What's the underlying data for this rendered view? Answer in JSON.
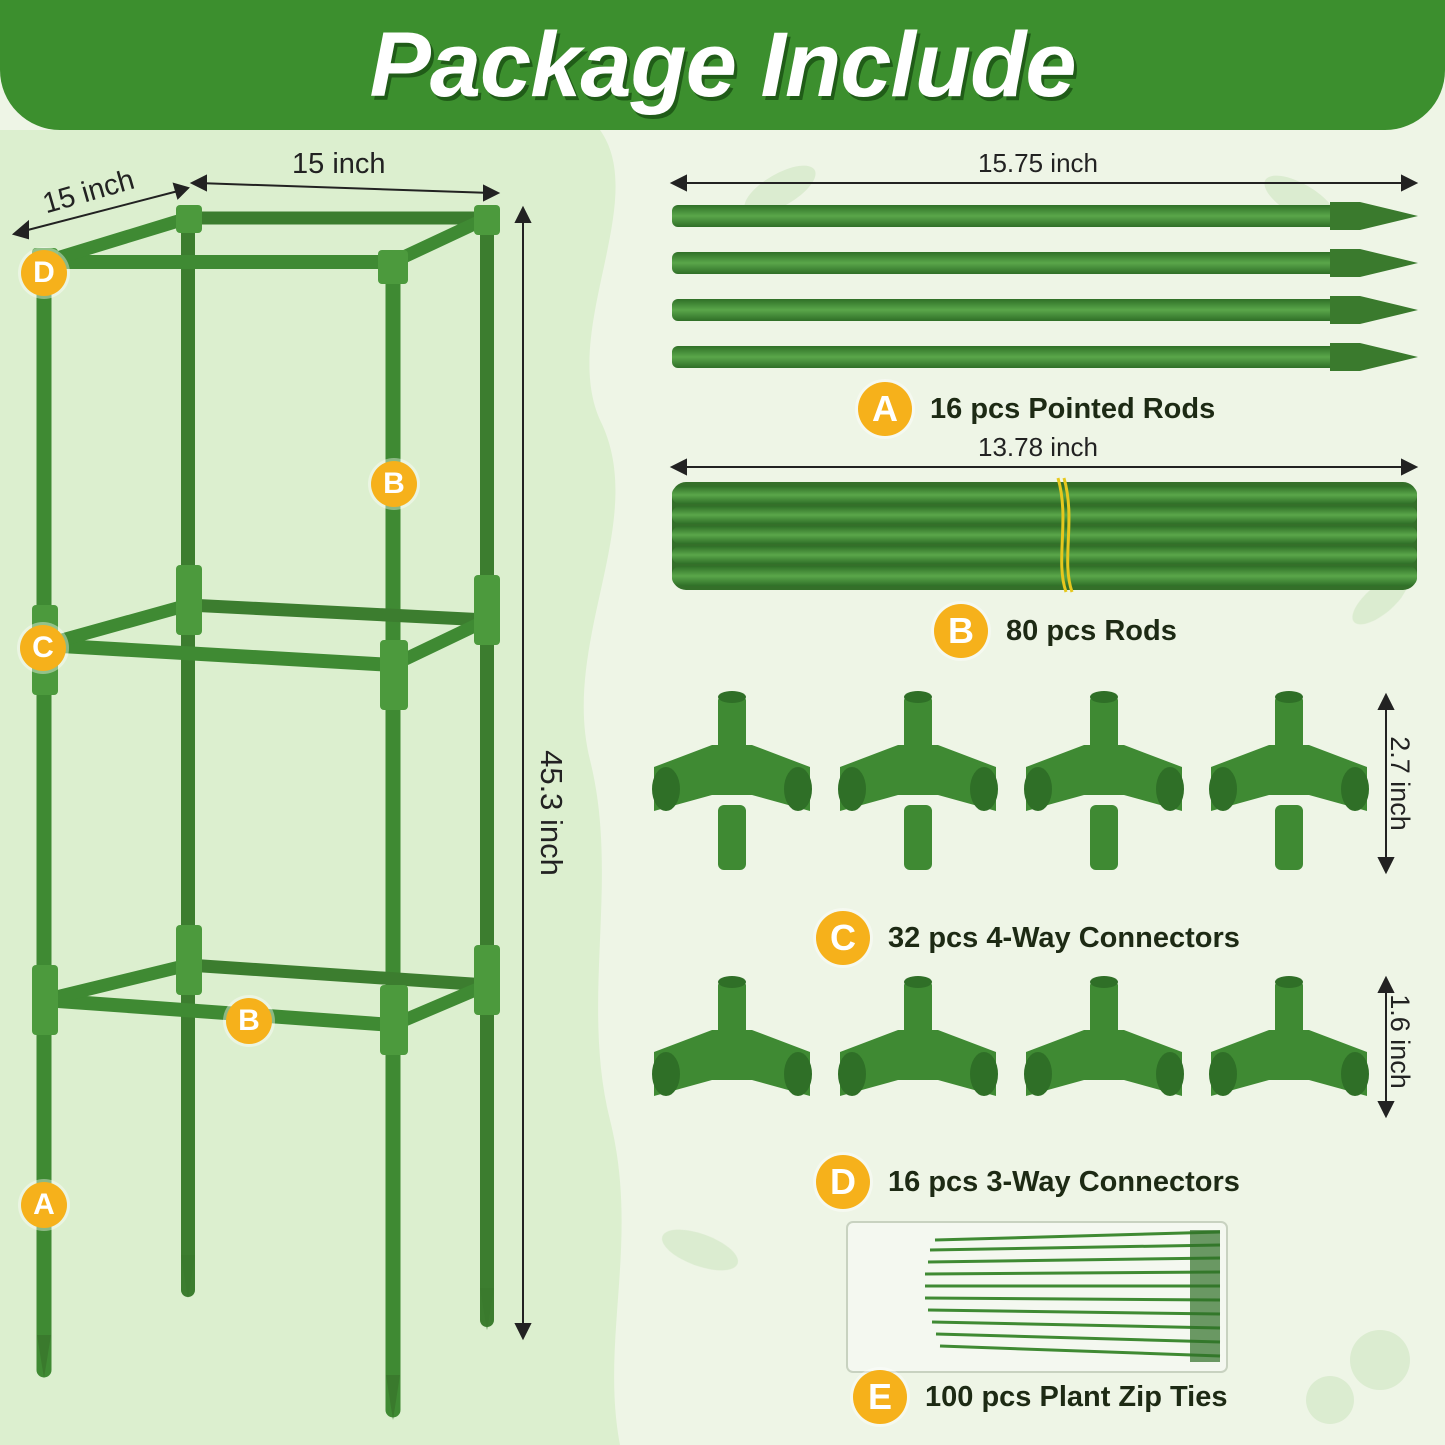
{
  "header": {
    "title": "Package Include"
  },
  "assembly": {
    "width_label": "15 inch",
    "depth_label": "15 inch",
    "height_label": "45.3 inch",
    "markers": {
      "d": "D",
      "b_top": "B",
      "c": "C",
      "b_low": "B",
      "a": "A"
    }
  },
  "parts": [
    {
      "letter": "A",
      "text": "16 pcs Pointed Rods",
      "dimension": "15.75 inch"
    },
    {
      "letter": "B",
      "text": "80 pcs Rods",
      "dimension": "13.78 inch"
    },
    {
      "letter": "C",
      "text": "32 pcs 4-Way Connectors",
      "dimension": "2.7 inch"
    },
    {
      "letter": "D",
      "text": "16 pcs 3-Way Connectors",
      "dimension": "1.6 inch"
    },
    {
      "letter": "E",
      "text": "100 pcs Plant Zip Ties"
    }
  ],
  "colors": {
    "header": "#3c8f2e",
    "rod": "#3f8a33",
    "badge": "#f6b11b"
  }
}
